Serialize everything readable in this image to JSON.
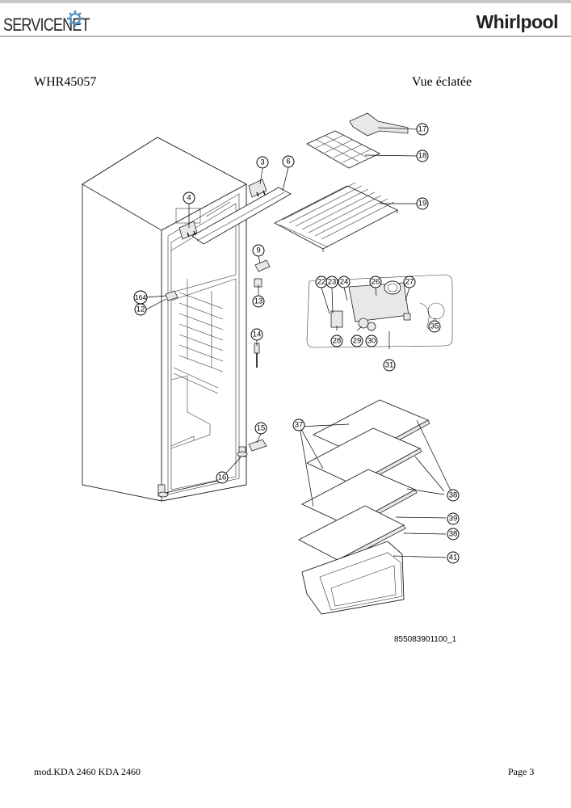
{
  "header": {
    "logo_left": "SERVICENET",
    "logo_right": "Whirlpool"
  },
  "title": {
    "model": "WHR45057",
    "view": "Vue éclatée"
  },
  "callouts": [
    "3",
    "4",
    "6",
    "9",
    "12",
    "13",
    "14",
    "15",
    "16",
    "17",
    "18",
    "19",
    "22",
    "23",
    "24",
    "26",
    "27",
    "28",
    "29",
    "30",
    "31",
    "35",
    "37",
    "38",
    "38",
    "39",
    "41",
    "164"
  ],
  "part_number": "855083901100_1",
  "footer": {
    "left": "mod.KDA 2460 KDA 2460",
    "right": "Page 3"
  }
}
